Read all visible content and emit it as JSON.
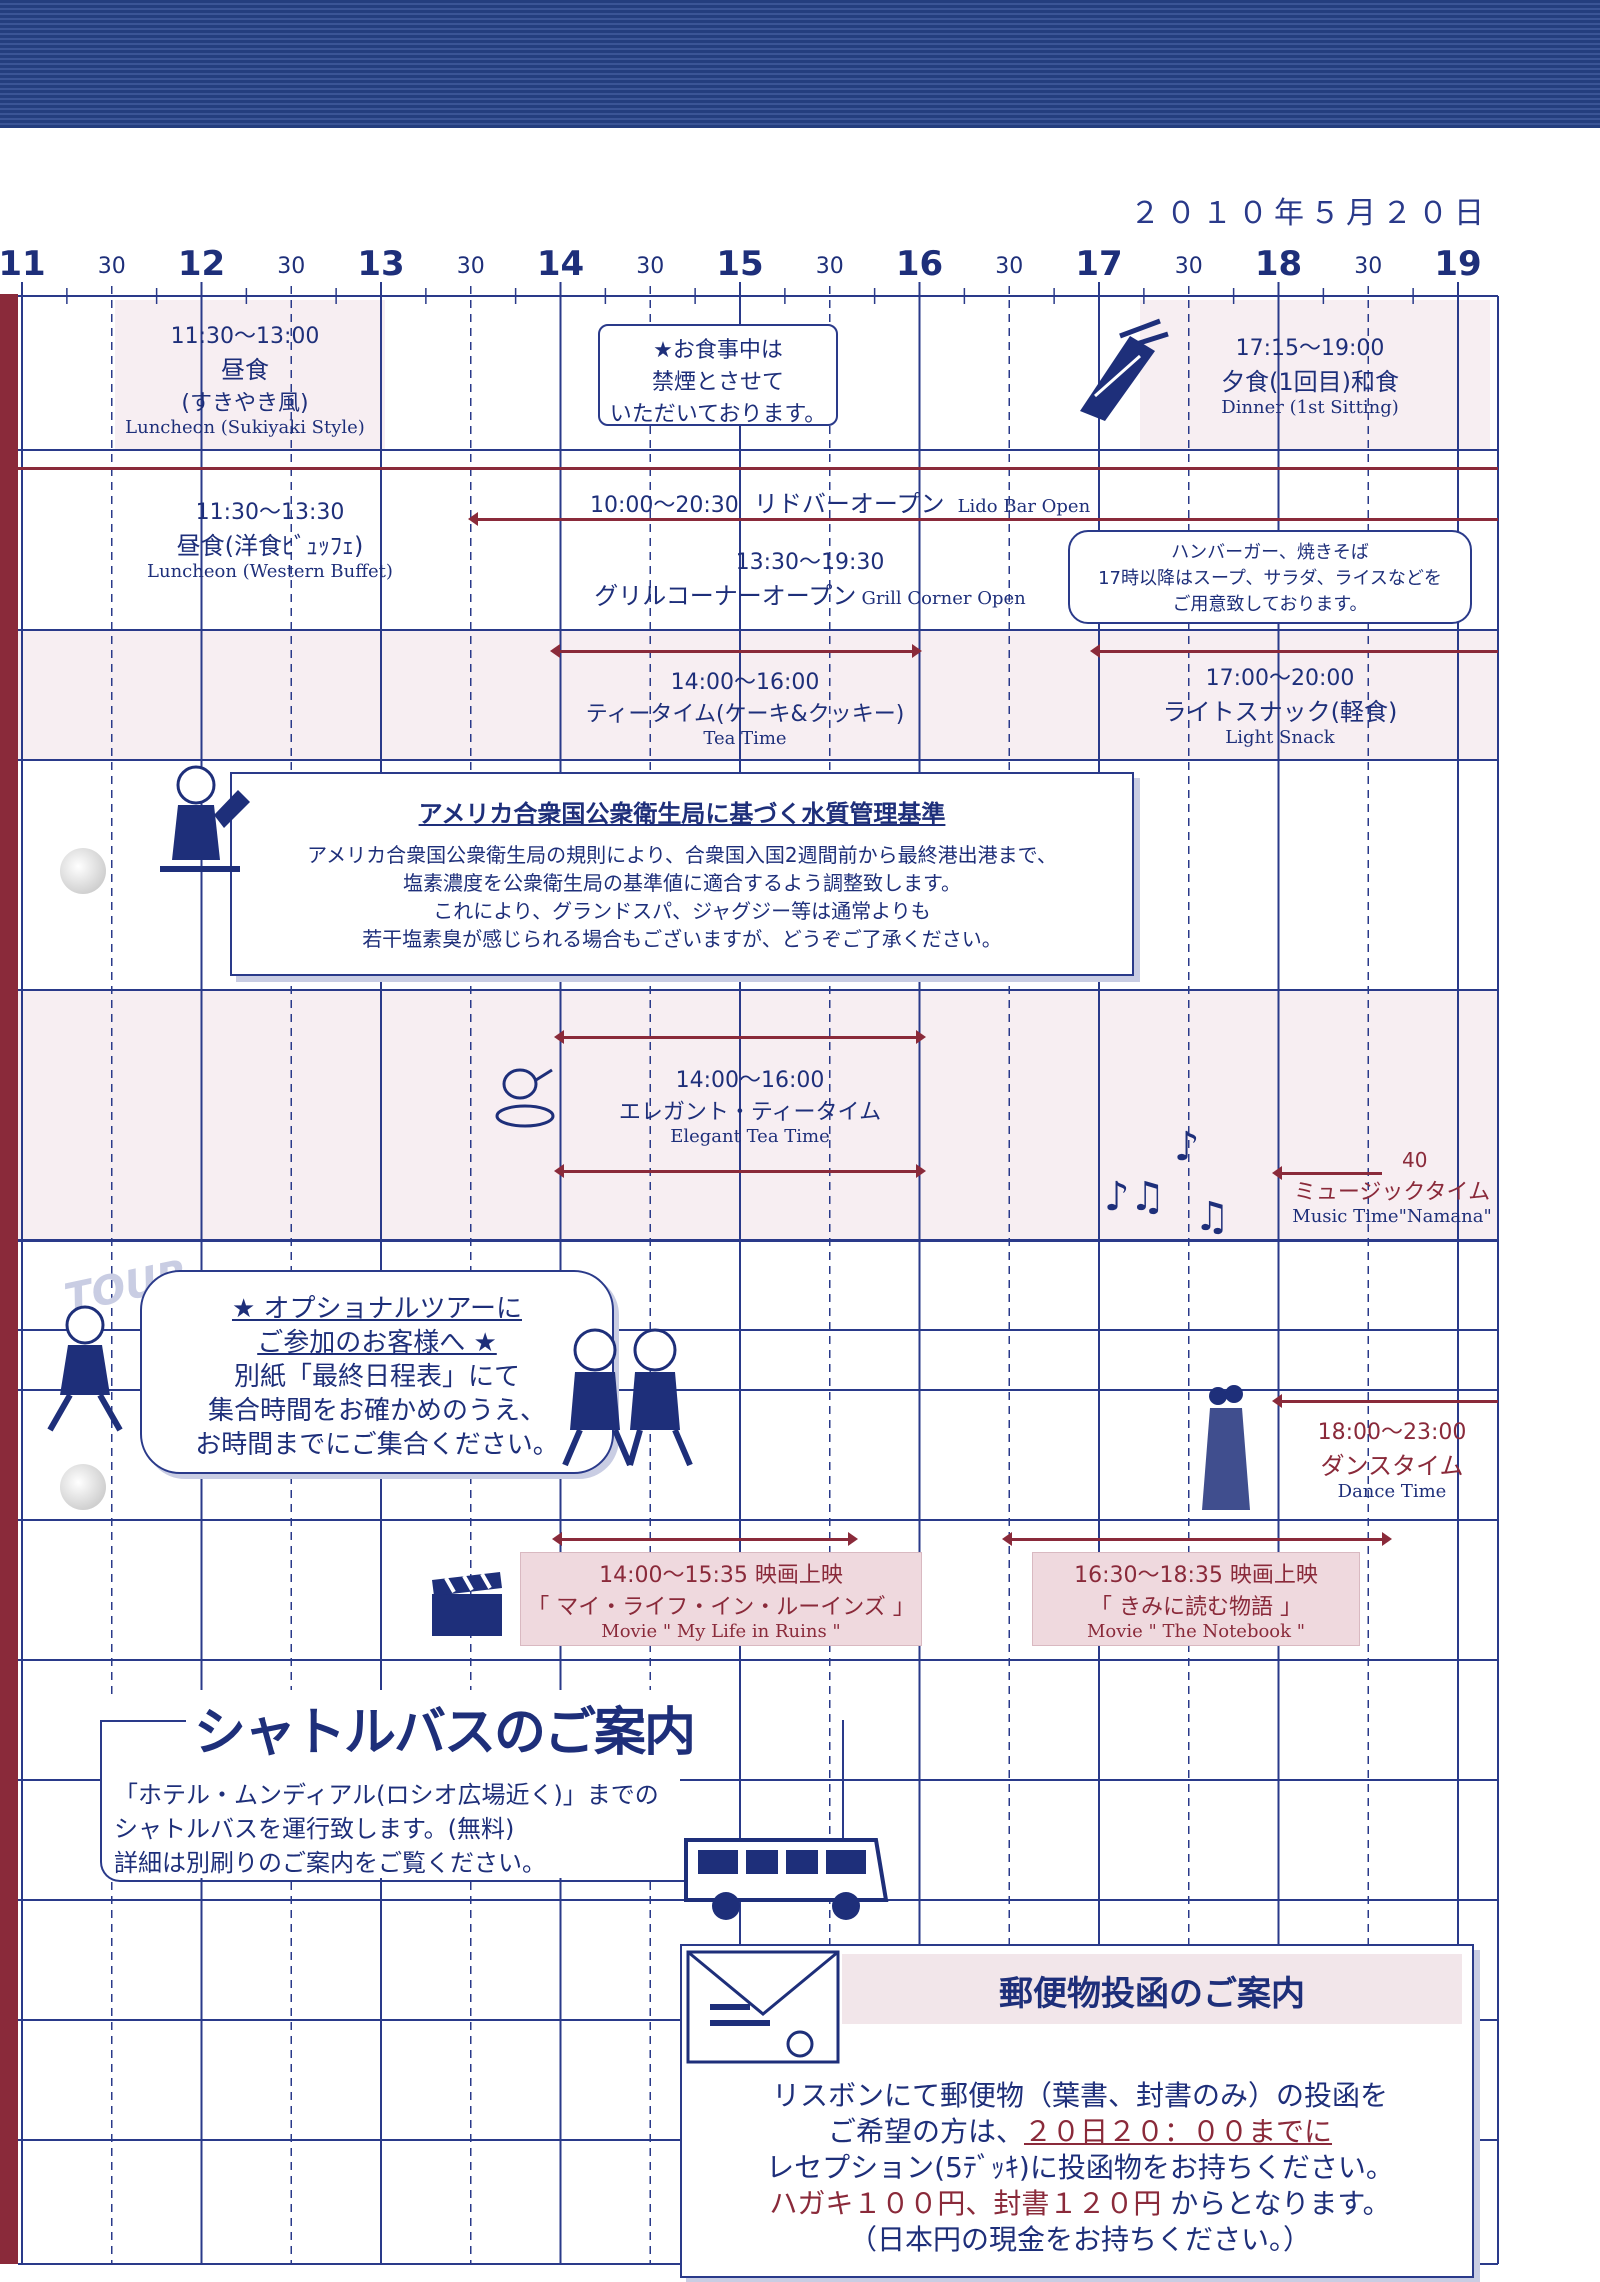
{
  "date": "２０１０年５月２０日",
  "hours": [
    "11",
    "12",
    "13",
    "14",
    "15",
    "16",
    "17",
    "18",
    "19"
  ],
  "half_label": "30",
  "lunch1": {
    "time": "11:30〜13:00",
    "jp": "昼食",
    "sub": "(すきやき風)",
    "en": "Luncheon (Sukiyaki Style)"
  },
  "no_smoking": {
    "line1": "★お食事中は",
    "line2": "禁煙とさせて",
    "line3": "いただいております。"
  },
  "dinner": {
    "time": "17:15〜19:00",
    "jp": "夕食(1回目)和食",
    "en": "Dinner (1st Sitting)"
  },
  "lunch2": {
    "time": "11:30〜13:30",
    "jp": "昼食(洋食ﾋﾞｭｯﾌｪ)",
    "en": "Luncheon (Western Buffet)"
  },
  "lido": {
    "time": "10:00〜20:30",
    "jp": "リドバーオープン",
    "en": "Lido Bar Open"
  },
  "grill": {
    "time": "13:30〜19:30",
    "jp": "グリルコーナーオープン",
    "en": "Grill Corner Open"
  },
  "grill_note": {
    "line1": "ハンバーガー、焼きそば",
    "line2": "17時以降はスープ、サラダ、ライスなどを",
    "line3": "ご用意致しております。"
  },
  "tea": {
    "time": "14:00〜16:00",
    "jp": "ティータイム(ケーキ&クッキー)",
    "en": "Tea Time"
  },
  "snack": {
    "time": "17:00〜20:00",
    "jp": "ライトスナック(軽食)",
    "en": "Light Snack"
  },
  "water": {
    "title": "アメリカ合衆国公衆衛生局に基づく水質管理基準",
    "line1": "アメリカ合衆国公衆衛生局の規則により、合衆国入国2週間前から最終港出港まで、",
    "line2": "塩素濃度を公衆衛生局の基準値に適合するよう調整致します。",
    "line3": "これにより、グランドスパ、ジャグジー等は通常よりも",
    "line4": "若干塩素臭が感じられる場合もございますが、どうぞご了承ください。"
  },
  "elegant": {
    "time": "14:00〜16:00",
    "jp": "エレガント・ティータイム",
    "en": "Elegant Tea Time"
  },
  "music": {
    "start": "40",
    "jp": "ミュージックタイム",
    "en": "Music Time\"Namana\""
  },
  "tour": {
    "logo": "TOUR",
    "line1": "★ オプショナルツアーに",
    "line2": "ご参加のお客様へ ★",
    "line3": "別紙「最終日程表」にて",
    "line4": "集合時間をお確かめのうえ、",
    "line5": "お時間までにご集合ください。"
  },
  "dance": {
    "time": "18:00〜23:00",
    "jp": "ダンスタイム",
    "en": "Dance Time"
  },
  "movie1": {
    "time": "14:00〜15:35 映画上映",
    "title": "「 マイ・ライフ・イン・ルーインズ 」",
    "en": "Movie \" My Life in Ruins \""
  },
  "movie2": {
    "time": "16:30〜18:35 映画上映",
    "title": "「 きみに読む物語 」",
    "en": "Movie \" The Notebook \""
  },
  "shuttle": {
    "title": "シャトルバスのご案内",
    "line1": "「ホテル・ムンディアル(ロシオ広場近く)」までの",
    "line2": "シャトルバスを運行致します。(無料)",
    "line3": "詳細は別刷りのご案内をご覧ください。"
  },
  "mail": {
    "title": "郵便物投函のご案内",
    "line1": "リスボンにて郵便物（葉書、封書のみ）の投函を",
    "line2a": "ご希望の方は、",
    "line2b": "２０日２０：００までに",
    "line3": "レセプション(5ﾃﾞｯｷ)に投函物をお持ちください。",
    "line4a": "ハガキ１００円、封書１２０円",
    "line4b": " からとなります。",
    "line5": "（日本円の現金をお持ちください。）"
  },
  "colors": {
    "navy": "#1e2f7a",
    "maroon": "#8a2a3a",
    "pink": "#f7eef2"
  }
}
